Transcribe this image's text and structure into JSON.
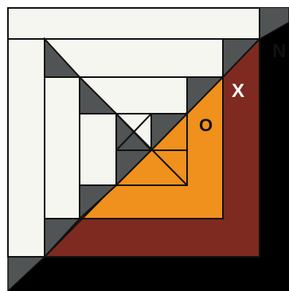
{
  "labels": {
    "n": "N",
    "x": "X",
    "o": "O"
  },
  "colors": {
    "cream": "#f4f6ef",
    "dark_gray": "#505455",
    "black": "#000000",
    "brown": "#7e2a20",
    "orange": "#f0901d",
    "white": "#ffffff",
    "stroke": "#111111"
  }
}
